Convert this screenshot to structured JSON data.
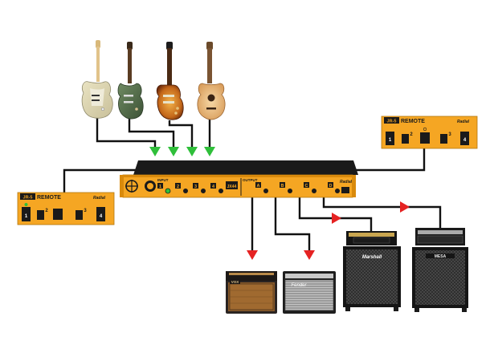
{
  "colors": {
    "orange": "#f5a623",
    "orange_dark": "#d98a0c",
    "rack_black": "#1a1a1a",
    "wire": "#111111",
    "arrow_green": "#2fbf3a",
    "arrow_red": "#e52222"
  },
  "remote_left": {
    "title_badge": "JR-5",
    "title": "REMOTE",
    "logo": "Radial",
    "buttons": [
      "1",
      "2",
      "",
      "3",
      "4"
    ]
  },
  "remote_right": {
    "title_badge": "JR-5",
    "title": "REMOTE",
    "logo": "Radial",
    "buttons": [
      "1",
      "2",
      "",
      "3",
      "4"
    ]
  },
  "rack": {
    "input_label": "INPUT",
    "input_channels": [
      "1",
      "2",
      "3",
      "4"
    ],
    "model_badge": "JX44",
    "output_label": "OUTPUT",
    "output_channels": [
      "A",
      "B",
      "C",
      "D"
    ],
    "logo": "Radial"
  },
  "guitars": [
    "electric-stratocaster-guitar-icon",
    "electric-prs-guitar-icon",
    "electric-lespaul-guitar-icon",
    "acoustic-guitar-icon"
  ],
  "amps": [
    {
      "name": "vox-combo-amp-icon",
      "badge": "VOX"
    },
    {
      "name": "fender-combo-amp-icon",
      "badge": "Fender"
    },
    {
      "name": "marshall-stack-amp-icon",
      "badge": "Marshall"
    },
    {
      "name": "mesa-stack-amp-icon",
      "badge": "MESA"
    }
  ]
}
